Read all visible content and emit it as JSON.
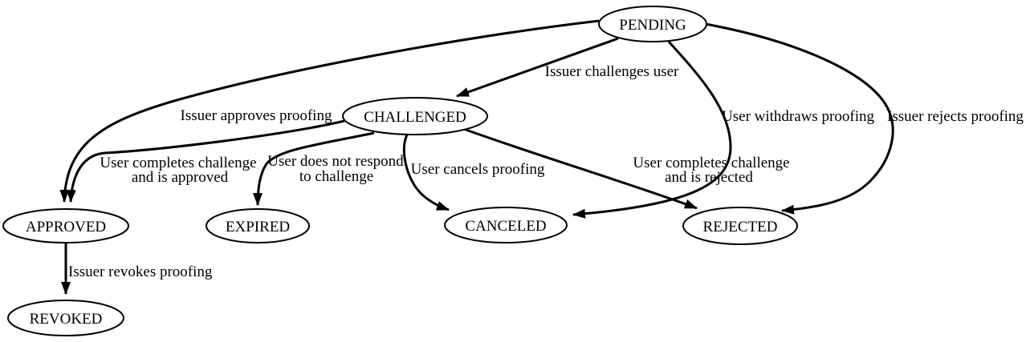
{
  "diagram": {
    "type": "state-machine-graph",
    "colors": {
      "background": "#ffffff",
      "stroke": "#000000",
      "node_fill": "#ffffff",
      "text": "#000000"
    },
    "nodes": {
      "pending": "PENDING",
      "challenged": "CHALLENGED",
      "approved": "APPROVED",
      "expired": "EXPIRED",
      "canceled": "CANCELED",
      "rejected": "REJECTED",
      "revoked": "REVOKED"
    },
    "edges": {
      "pending_to_challenged": "Issuer challenges user",
      "pending_to_approved": "Issuer approves proofing",
      "pending_to_canceled": "User withdraws proofing",
      "pending_to_rejected": "Issuer rejects proofing",
      "challenged_to_approved_line1": "User completes challenge",
      "challenged_to_approved_line2": "and is approved",
      "challenged_to_expired_line1": "User does not respond",
      "challenged_to_expired_line2": "to challenge",
      "challenged_to_canceled": "User cancels proofing",
      "challenged_to_rejected_line1": "User completes challenge",
      "challenged_to_rejected_line2": "and is rejected",
      "approved_to_revoked": "Issuer revokes proofing"
    }
  }
}
